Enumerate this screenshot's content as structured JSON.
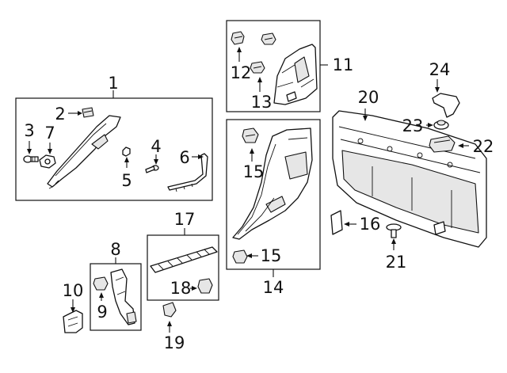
{
  "callouts": [
    "1",
    "2",
    "3",
    "4",
    "5",
    "6",
    "7",
    "8",
    "9",
    "10",
    "11",
    "12",
    "13",
    "14",
    "15",
    "15",
    "16",
    "17",
    "18",
    "19",
    "20",
    "21",
    "22",
    "23",
    "24"
  ]
}
